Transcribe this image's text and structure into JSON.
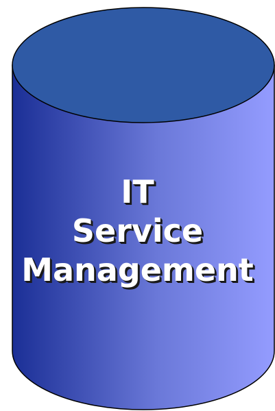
{
  "diagram": {
    "shape": "cylinder",
    "colors": {
      "top_fill": "#2f5aa5",
      "body_gradient_start": "#1b2f96",
      "body_gradient_end": "#949cff",
      "outline": "#000000",
      "text": "#ffffff",
      "text_shadow": "#1a1a1a"
    },
    "label_lines": [
      "IT",
      "Service",
      "Management"
    ]
  }
}
